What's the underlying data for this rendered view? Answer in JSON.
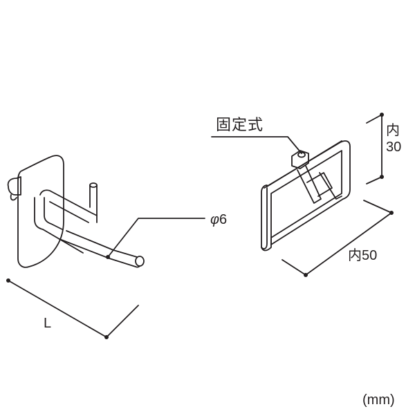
{
  "labels": {
    "length": "L",
    "diameter_symbol": "φ",
    "diameter_value": "6",
    "mount_type": "固定式",
    "inner_height_prefix": "内",
    "inner_height_value": "30",
    "inner_width": "内50",
    "unit": "(mm)"
  },
  "colors": {
    "line": "#231f20",
    "background": "#ffffff"
  }
}
